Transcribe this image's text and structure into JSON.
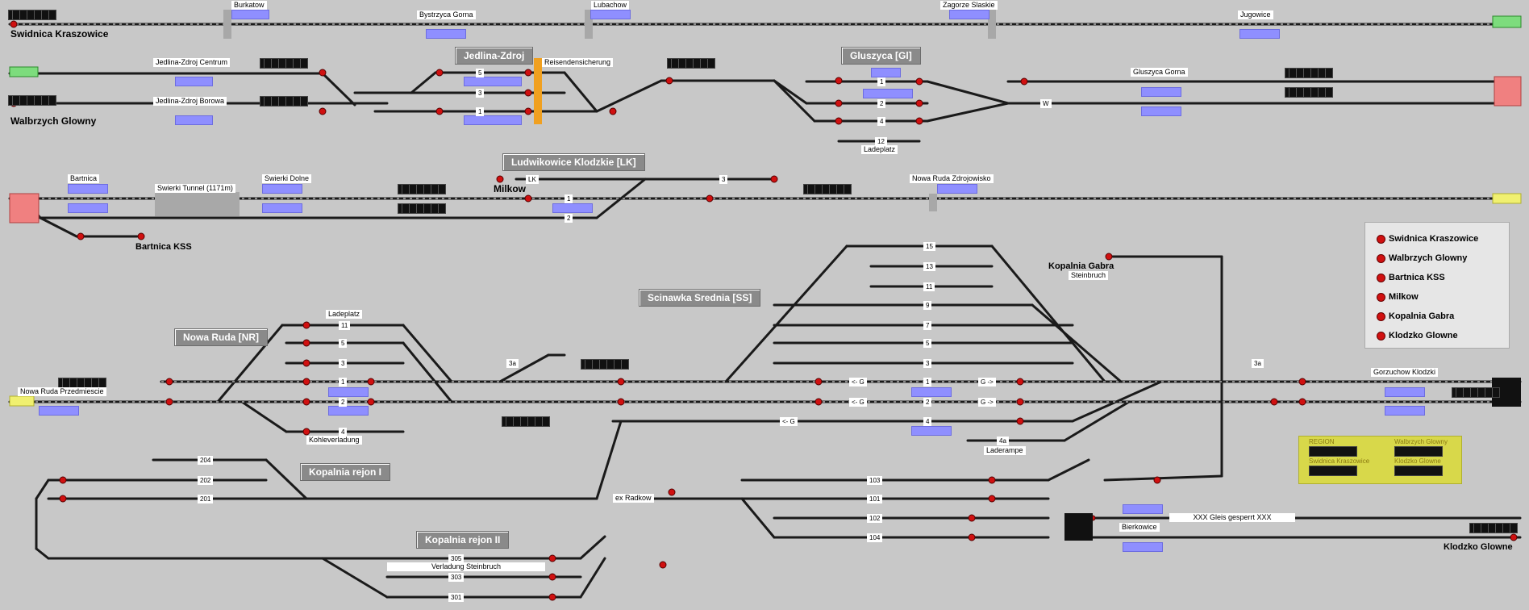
{
  "station_banners": {
    "jedlina": "Jedlina-Zdroj",
    "gluszyca": "Gluszyca [Gl]",
    "ludwikowice": "Ludwikowice Klodzkie [LK]",
    "scinawka": "Scinawka Srednia [SS]",
    "nowa_ruda": "Nowa Ruda [NR]",
    "kopalnia1": "Kopalnia rejon I",
    "kopalnia2": "Kopalnia rejon II"
  },
  "station_names": {
    "swidnica": "Swidnica Kraszowice",
    "walbrzych": "Walbrzych Glowny",
    "bartnica_kss": "Bartnica KSS",
    "milkow": "Milkow",
    "kopalnia_gabra": "Kopalnia Gabra",
    "klodzko": "Klodzko Glowne"
  },
  "labels": {
    "burkatow": "Burkatow",
    "bystrzyca": "Bystrzyca Gorna",
    "lubachow": "Lubachow",
    "zagorze": "Zagorze Slaskie",
    "jugowice": "Jugowice",
    "jedlina_centrum": "Jedlina-Zdroj Centrum",
    "jedlina_borowa": "Jedlina-Zdroj Borowa",
    "reisenden": "Reisendensicherung",
    "gluszyca_gorna": "Gluszyca Gorna",
    "ladeplatz_gl": "Ladeplatz",
    "bartnica": "Bartnica",
    "tunnel": "Swierki Tunnel (1171m)",
    "swierki_dolne": "Swierki Dolne",
    "nowa_ruda_zdr": "Nowa Ruda Zdrojowisko",
    "steinbruch": "Steinbruch",
    "ladeplatz_nr": "Ladeplatz",
    "kohleverladung": "Kohleverladung",
    "nowa_ruda_przedm": "Nowa Ruda Przedmiescie",
    "gorzuchow": "Gorzuchow Klodzki",
    "laderampe": "Laderampe",
    "ex_radkow": "ex Radkow",
    "bierkowice": "Bierkowice",
    "gleis_gesperrt": "XXX Gleis gesperrt XXX",
    "verladung": "Verladung Steinbruch"
  },
  "track_labels": {
    "jd5": "5",
    "jd3": "3",
    "jd1": "1",
    "gl1": "1",
    "gl2": "2",
    "gl4": "4",
    "gl12": "12",
    "glW": "W",
    "lkLK": "LK",
    "lk3": "3",
    "lk1": "1",
    "lk2": "2",
    "ss15": "15",
    "ss13": "13",
    "ss11": "11",
    "ss9": "9",
    "ss7": "7",
    "ss5": "5",
    "ss3": "3",
    "ss1": "1",
    "ss2": "2",
    "ss4": "4",
    "ss3a": "3a",
    "ss4a": "4a",
    "ssG1": "<- G",
    "ssG2": "<- G",
    "ssG3": "<- G",
    "ssGa": "G ->",
    "ssGb": "G ->",
    "nr11": "11",
    "nr5": "5",
    "nr3": "3",
    "nr1": "1",
    "nr2": "2",
    "nr4": "4",
    "nr3a": "3a",
    "k204": "204",
    "k202": "202",
    "k201": "201",
    "k103": "103",
    "k101": "101",
    "k102": "102",
    "k104": "104",
    "k305": "305",
    "k303": "303",
    "k301": "301"
  },
  "legend": [
    "Swidnica Kraszowice",
    "Walbrzych Glowny",
    "Bartnica KSS",
    "Milkow",
    "Kopalnia Gabra",
    "Klodzko Glowne"
  ],
  "region_box": {
    "region": "REGION",
    "walbrzych": "Walbrzych Glowny",
    "swidnica": "Swidnica Kraszowice",
    "klodzko": "Klodzko Glowne"
  },
  "colors": {
    "background": "#c8c8c8",
    "track": "#1a1a1a",
    "platform": "#8f8fff",
    "signal_red": "#d01010",
    "signal_green": "#2a8a2a",
    "exit_green": "#7ddc7d",
    "exit_red": "#f08080",
    "exit_yellow": "#f0f070",
    "legend_region": "#d8d84a"
  }
}
